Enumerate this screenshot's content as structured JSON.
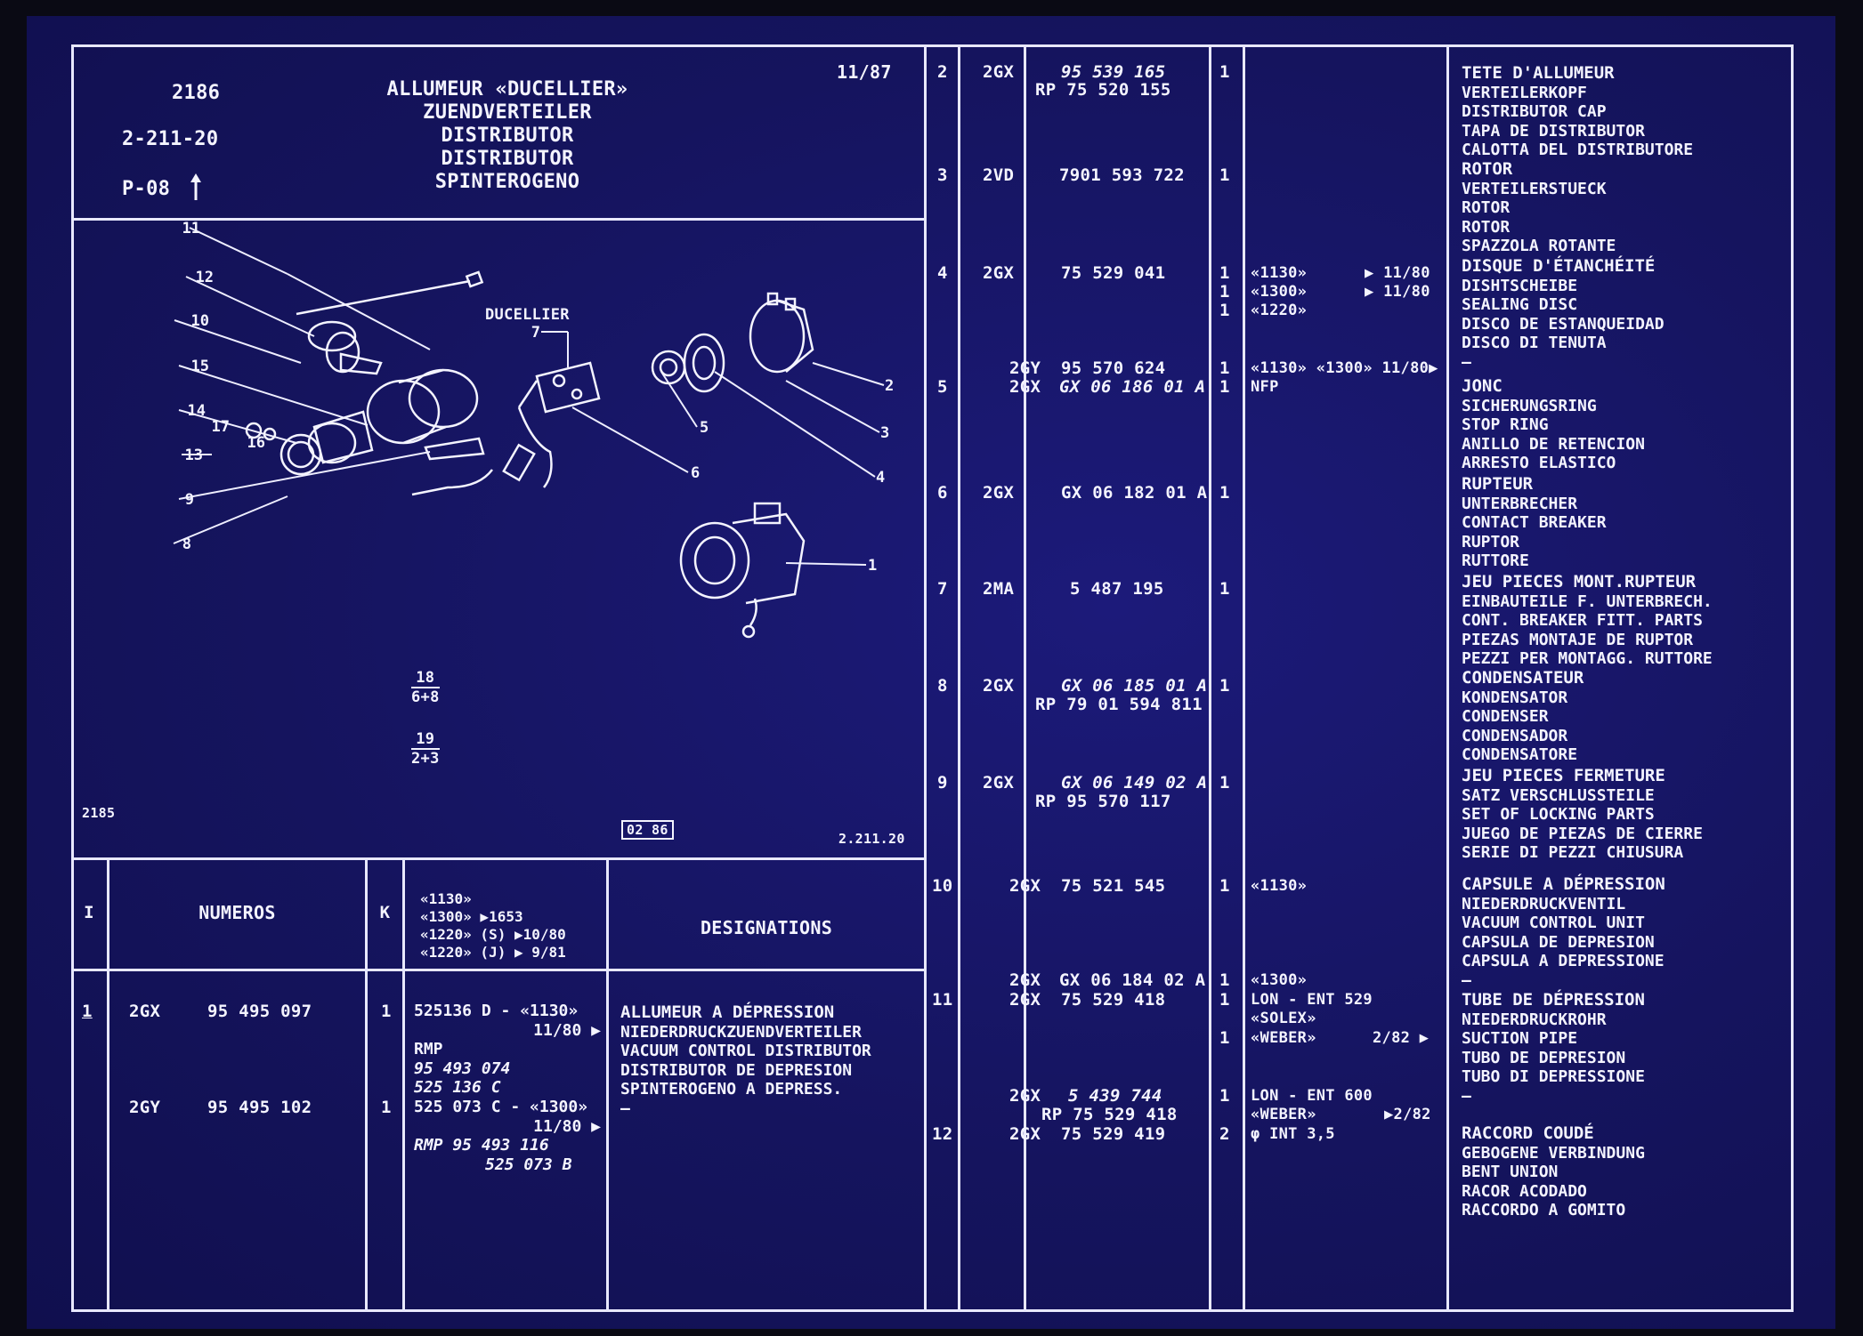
{
  "header": {
    "page_no": "2186",
    "ref": "2-211-20",
    "section": "P-08",
    "date": "11/87",
    "titles": [
      "ALLUMEUR «DUCELLIER»",
      "ZUENDVERTEILER",
      "DISTRIBUTOR",
      "DISTRIBUTOR",
      "SPINTEROGENO"
    ]
  },
  "diagram": {
    "brand_label": "DUCELLIER",
    "fig_no": "2185",
    "stamp": "02 86",
    "ref": "2.211.20",
    "callouts": [
      "1",
      "2",
      "3",
      "4",
      "5",
      "6",
      "7",
      "8",
      "9",
      "10",
      "11",
      "12",
      "13",
      "14",
      "15",
      "16",
      "17"
    ],
    "frac_18": [
      "18",
      "6+8"
    ],
    "frac_19": [
      "19",
      "2+3"
    ]
  },
  "left_table": {
    "headers": {
      "index": "I",
      "numeros": "NUMEROS",
      "k": "K",
      "designations": "DESIGNATIONS"
    },
    "header_models": [
      "«1130»",
      "«1300» ▶1653",
      "«1220» (S) ▶10/80",
      "«1220» (J) ▶ 9/81"
    ],
    "rows": [
      {
        "index": "1",
        "code": "2GX",
        "number": "95 495 097",
        "k": "1",
        "notes": [
          "525136 D - «1130»",
          "11/80 ▶",
          "RMP",
          "95 493 074",
          "525 136 C"
        ]
      },
      {
        "index": "",
        "code": "2GY",
        "number": "95 495 102",
        "k": "1",
        "notes": [
          "525 073 C - «1300»",
          "11/80 ▶",
          "RMP 95 493 116",
          "525 073 B"
        ]
      }
    ],
    "designation": [
      "ALLUMEUR A DÉPRESSION",
      "NIEDERDRUCKZUENDVERTEILER",
      "VACUUM CONTROL DISTRIBUTOR",
      "DISTRIBUTOR DE DEPRESION",
      "SPINTEROGENO A DEPRESS.",
      "–"
    ]
  },
  "right_table": {
    "items": [
      {
        "i": "2",
        "codes": [
          "2GX"
        ],
        "numbers": [
          "95 539 165",
          "RP 75 520 155"
        ],
        "k": [
          "1"
        ],
        "notes": [],
        "desc": [
          "TETE D'ALLUMEUR",
          "VERTEILERKOPF",
          "DISTRIBUTOR CAP",
          "TAPA DE DISTRIBUTOR",
          "CALOTTA DEL DISTRIBUTORE"
        ]
      },
      {
        "i": "3",
        "codes": [
          "2VD"
        ],
        "numbers": [
          "7901 593 722"
        ],
        "k": [
          "1"
        ],
        "notes": [],
        "desc": [
          "ROTOR",
          "VERTEILERSTUECK",
          "ROTOR",
          "ROTOR",
          "SPAZZOLA ROTANTE"
        ]
      },
      {
        "i": "4",
        "codes": [
          "2GX"
        ],
        "numbers": [
          "75 529 041"
        ],
        "k": [
          "1",
          "1",
          "1"
        ],
        "notes": [
          "«1130»",
          "«1300»",
          "«1220»"
        ],
        "notes_r": [
          "▶ 11/80",
          "▶ 11/80"
        ],
        "desc": [
          "DISQUE D'ÉTANCHÉITÉ",
          "DISHTSCHEIBE",
          "SEALING DISC",
          "DISCO DE ESTANQUEIDAD",
          "DISCO DI TENUTA",
          "–"
        ]
      },
      {
        "i": "5",
        "codes": [
          "2GY",
          "2GX"
        ],
        "numbers": [
          "95 570 624",
          "GX 06 186 01 A"
        ],
        "k": [
          "1",
          "1"
        ],
        "notes": [
          "«1130» «1300» 11/80▶",
          "NFP"
        ],
        "desc": [
          "JONC",
          "SICHERUNGSRING",
          "STOP RING",
          "ANILLO DE RETENCION",
          "ARRESTO ELASTICO"
        ]
      },
      {
        "i": "6",
        "codes": [
          "2GX"
        ],
        "numbers": [
          "GX 06 182 01 A"
        ],
        "k": [
          "1"
        ],
        "notes": [],
        "desc": [
          "RUPTEUR",
          "UNTERBRECHER",
          "CONTACT BREAKER",
          "RUPTOR",
          "RUTTORE"
        ]
      },
      {
        "i": "7",
        "codes": [
          "2MA"
        ],
        "numbers": [
          "5 487 195"
        ],
        "k": [
          "1"
        ],
        "notes": [],
        "desc": [
          "JEU PIECES MONT.RUPTEUR",
          "EINBAUTEILE F. UNTERBRECH.",
          "CONT. BREAKER FITT. PARTS",
          "PIEZAS MONTAJE DE RUPTOR",
          "PEZZI PER MONTAGG. RUTTORE"
        ]
      },
      {
        "i": "8",
        "codes": [
          "2GX"
        ],
        "numbers": [
          "GX 06 185 01 A",
          "RP 79 01 594 811"
        ],
        "k": [
          "1"
        ],
        "notes": [],
        "desc": [
          "CONDENSATEUR",
          "KONDENSATOR",
          "CONDENSER",
          "CONDENSADOR",
          "CONDENSATORE"
        ]
      },
      {
        "i": "9",
        "codes": [
          "2GX"
        ],
        "numbers": [
          "GX 06 149 02 A",
          "RP 95 570 117"
        ],
        "k": [
          "1"
        ],
        "notes": [],
        "desc": [
          "JEU PIECES FERMETURE",
          "SATZ VERSCHLUSSTEILE",
          "SET OF LOCKING PARTS",
          "JUEGO DE PIEZAS DE CIERRE",
          "SERIE DI PEZZI CHIUSURA"
        ]
      },
      {
        "i": "10",
        "codes": [
          "2GX"
        ],
        "numbers": [
          "75 521 545"
        ],
        "k": [
          "1"
        ],
        "notes": [
          "«1130»"
        ],
        "desc": [
          "CAPSULE A DÉPRESSION",
          "NIEDERDRUCKVENTIL",
          "VACUUM CONTROL UNIT",
          "CAPSULA DE DEPRESION",
          "CAPSULA A DEPRESSIONE",
          "–"
        ]
      },
      {
        "i": "11",
        "codes": [
          "2GX",
          "2GX"
        ],
        "numbers": [
          "GX 06 184 02 A",
          "75 529 418"
        ],
        "k": [
          "1",
          "1",
          "1"
        ],
        "notes": [
          "«1300»",
          "LON - ENT 529",
          "«SOLEX»",
          "«WEBER»"
        ],
        "notes_r": [
          "2/82 ▶"
        ],
        "desc": [
          "TUBE DE DÉPRESSION",
          "NIEDERDRUCKROHR",
          "SUCTION PIPE",
          "TUBO DE DEPRESION",
          "TUBO DI DEPRESSIONE",
          "–"
        ]
      },
      {
        "i": "12",
        "codes": [
          "2GX",
          "2GX"
        ],
        "numbers": [
          "5 439 744",
          "RP 75 529 418",
          "75 529 419"
        ],
        "k": [
          "1",
          "2"
        ],
        "notes": [
          "LON - ENT 600",
          "«WEBER»",
          "φ INT 3,5"
        ],
        "notes_r": [
          "▶2/82"
        ],
        "desc": [
          "RACCORD COUDÉ",
          "GEBOGENE VERBINDUNG",
          "BENT UNION",
          "RACOR ACODADO",
          "RACCORDO A GOMITO"
        ]
      }
    ]
  },
  "colors": {
    "background": "#15145e",
    "ink": "#f4f4ff"
  }
}
